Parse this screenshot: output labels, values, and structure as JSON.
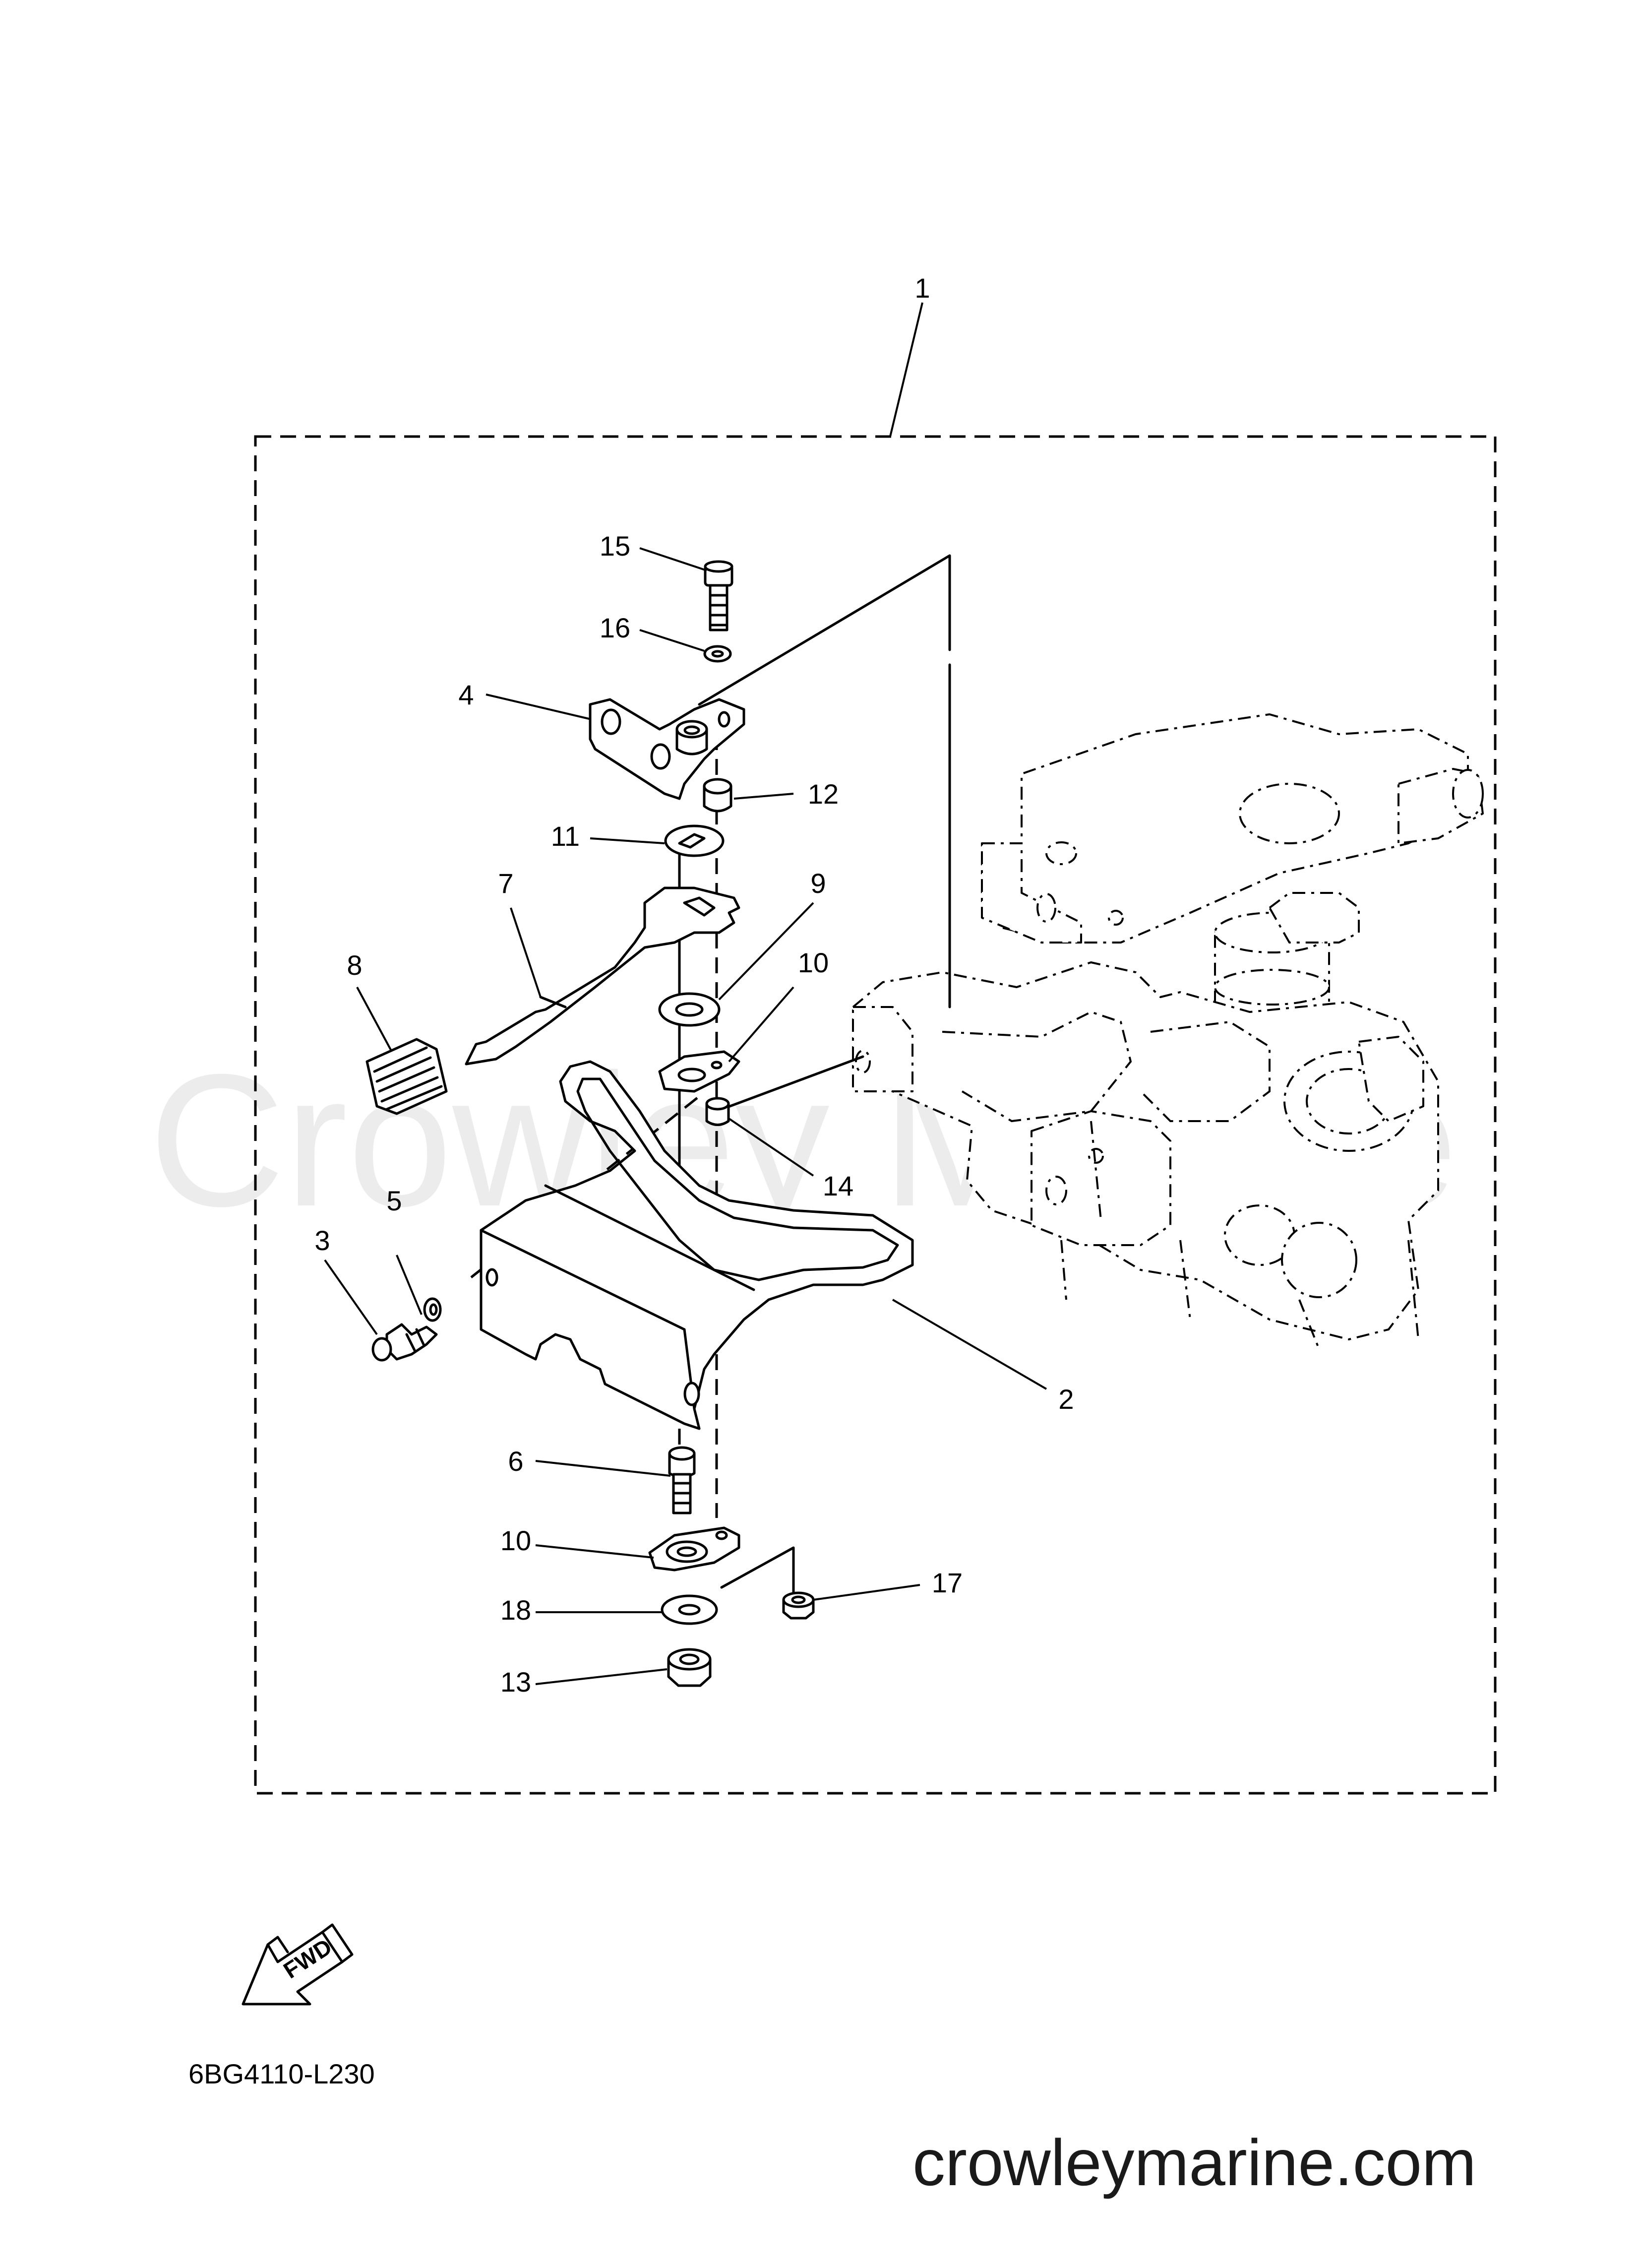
{
  "watermark": "Crowley Marine",
  "site_footer": "crowleymarine.com",
  "diagram_code": "6BG4110-L230",
  "fwd_label": "FWD",
  "callouts": [
    {
      "id": "c1",
      "label": "1"
    },
    {
      "id": "c2",
      "label": "2"
    },
    {
      "id": "c3",
      "label": "3"
    },
    {
      "id": "c4",
      "label": "4"
    },
    {
      "id": "c5",
      "label": "5"
    },
    {
      "id": "c6",
      "label": "6"
    },
    {
      "id": "c7",
      "label": "7"
    },
    {
      "id": "c8",
      "label": "8"
    },
    {
      "id": "c9",
      "label": "9"
    },
    {
      "id": "c10a",
      "label": "10"
    },
    {
      "id": "c10b",
      "label": "10"
    },
    {
      "id": "c11",
      "label": "11"
    },
    {
      "id": "c12",
      "label": "12"
    },
    {
      "id": "c13",
      "label": "13"
    },
    {
      "id": "c14",
      "label": "14"
    },
    {
      "id": "c15",
      "label": "15"
    },
    {
      "id": "c16",
      "label": "16"
    },
    {
      "id": "c17",
      "label": "17"
    },
    {
      "id": "c18",
      "label": "18"
    }
  ]
}
